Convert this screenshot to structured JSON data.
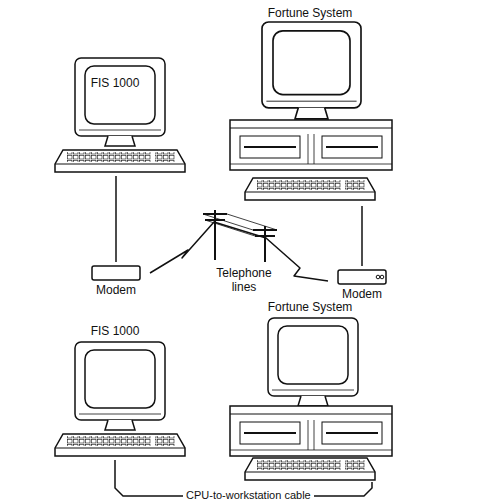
{
  "diagram": {
    "nodes": [
      {
        "text": [
          "FIS 1000"
        ]
      },
      {
        "text": [
          "Fortune System"
        ]
      },
      {
        "text": [
          "Modem"
        ]
      },
      {
        "text": [
          "Modem"
        ]
      },
      {
        "text": [
          "FIS 1000"
        ]
      },
      {
        "text": [
          "Fortune System"
        ]
      }
    ],
    "edges": [
      {
        "from": 0,
        "to": 2,
        "arrow": "none"
      },
      {
        "from": 1,
        "to": 3,
        "arrow": "none"
      },
      {
        "from": 2,
        "to": 3,
        "label": "Telephone lines",
        "arrow": "none"
      },
      {
        "from": 4,
        "to": 5,
        "label": "CPU-to-workstation cable",
        "arrow": "none"
      }
    ]
  }
}
